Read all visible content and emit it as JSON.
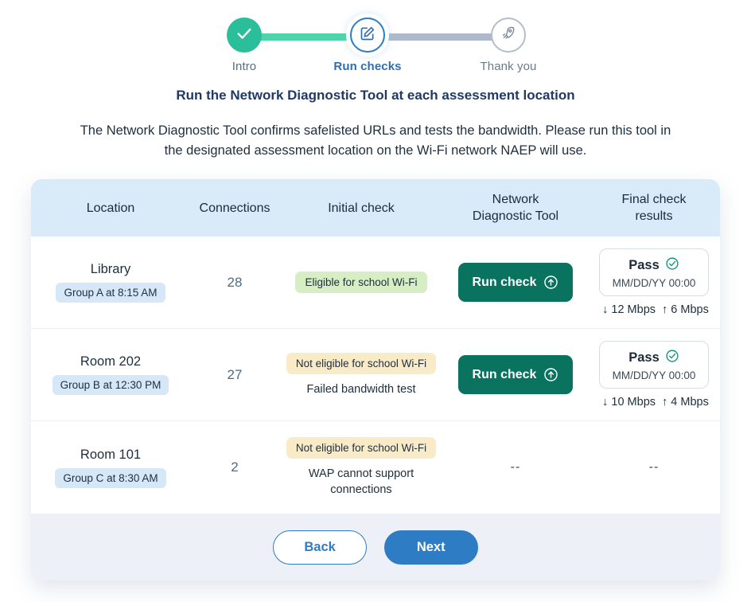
{
  "stepper": {
    "steps": [
      {
        "label": "Intro",
        "state": "done",
        "icon": "check-icon"
      },
      {
        "label": "Run checks",
        "state": "current",
        "icon": "pencil-square-icon"
      },
      {
        "label": "Thank you",
        "state": "future",
        "icon": "rocket-icon"
      }
    ],
    "colors": {
      "done": "#2BBE9B",
      "track_done": "#4DD4A8",
      "track_todo": "#AEBACB",
      "current_border": "#2E7CC4",
      "future_border": "#B3BECC"
    }
  },
  "heading": {
    "title": "Run the Network Diagnostic Tool at each assessment location",
    "intro": "The Network Diagnostic Tool confirms safelisted URLs and tests the bandwidth. Please run this tool in the designated assessment location on the Wi-Fi network NAEP will use."
  },
  "table": {
    "headers": [
      "Location",
      "Connections",
      "Initial check",
      "Network Diagnostic Tool",
      "Final check results"
    ],
    "header_lines": {
      "network_tool": [
        "Network",
        "Diagnostic Tool"
      ],
      "final_check": [
        "Final check",
        "results"
      ]
    },
    "rows": [
      {
        "location": "Library",
        "group": "Group A at 8:15 AM",
        "connections": "28",
        "initial_badge": "Eligible for school Wi-Fi",
        "initial_badge_type": "ok",
        "initial_note": "",
        "action_label": "Run check",
        "action_icon": "arrow-up-circle-icon",
        "has_action": true,
        "result_status": "Pass",
        "result_date": "MM/DD/YY 00:00",
        "download": "12 Mbps",
        "upload": "6 Mbps",
        "has_result": true,
        "empty_value": "--"
      },
      {
        "location": "Room 202",
        "group": "Group B at 12:30 PM",
        "connections": "27",
        "initial_badge": "Not eligible for school Wi-Fi",
        "initial_badge_type": "warn",
        "initial_note": "Failed bandwidth test",
        "action_label": "Run check",
        "action_icon": "arrow-up-circle-icon",
        "has_action": true,
        "result_status": "Pass",
        "result_date": "MM/DD/YY 00:00",
        "download": "10 Mbps",
        "upload": "4 Mbps",
        "has_result": true,
        "empty_value": "--"
      },
      {
        "location": "Room 101",
        "group": "Group C at 8:30 AM",
        "connections": "2",
        "initial_badge": "Not eligible for school Wi-Fi",
        "initial_badge_type": "warn",
        "initial_note": "WAP cannot support connections",
        "action_label": "",
        "action_icon": "",
        "has_action": false,
        "result_status": "",
        "result_date": "",
        "download": "",
        "upload": "",
        "has_result": false,
        "empty_value": "--"
      }
    ],
    "symbols": {
      "down_arrow": "↓",
      "up_arrow": "↑"
    },
    "colors": {
      "header_bg": "#D9EAF9",
      "badge_ok": "#D7EDC3",
      "badge_warn": "#FAEBC8",
      "group_pill": "#D6E8F8",
      "run_button": "#0A7360",
      "pass_check": "#159A7F"
    }
  },
  "footer": {
    "back_label": "Back",
    "next_label": "Next",
    "colors": {
      "primary": "#2E7CC4",
      "bg": "#EDF1F7"
    }
  }
}
